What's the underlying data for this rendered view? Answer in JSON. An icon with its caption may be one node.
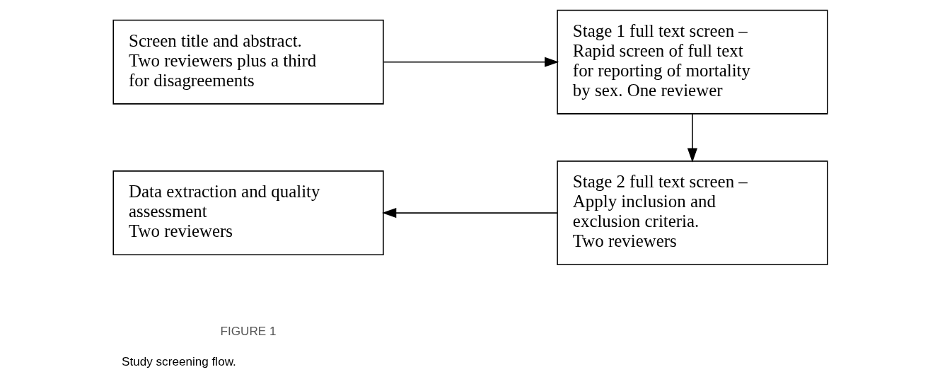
{
  "diagram": {
    "caption": "Study screening flow.",
    "nodes": [
      {
        "text": [
          "Screen title and abstract.",
          "Two reviewers plus a third for disagreements"
        ]
      },
      {
        "text": [
          "Stage 1 full text screen – Rapid screen of full text for reporting of mortality by sex. One reviewer"
        ]
      },
      {
        "text": [
          "Stage 2 full text screen – Apply inclusion and exclusion criteria.",
          "Two reviewers"
        ]
      },
      {
        "text": [
          "Data extraction and quality assessment",
          "Two reviewers"
        ]
      }
    ],
    "edges": [
      {
        "from": 0,
        "to": 1,
        "arrow": "to"
      },
      {
        "from": 1,
        "to": 2,
        "arrow": "to"
      },
      {
        "from": 2,
        "to": 3,
        "arrow": "to"
      }
    ],
    "labels": [
      "FIGURE 1"
    ]
  }
}
